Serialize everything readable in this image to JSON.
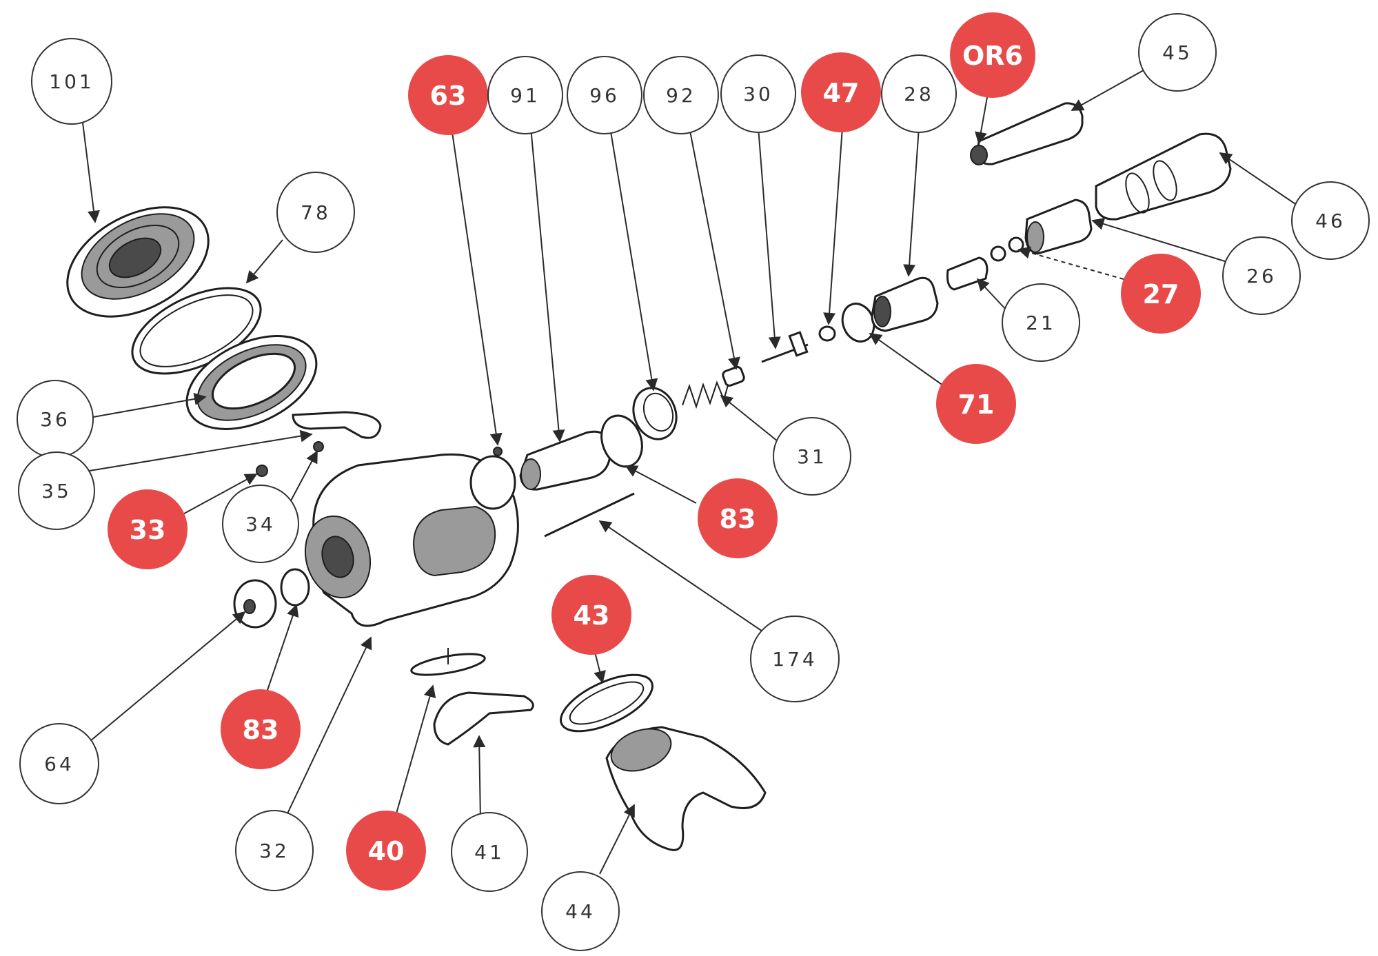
{
  "accent_color": "#e84a4a",
  "callouts": [
    {
      "id": "101",
      "label": "101",
      "style": "plain"
    },
    {
      "id": "78",
      "label": "78",
      "style": "plain"
    },
    {
      "id": "36",
      "label": "36",
      "style": "plain"
    },
    {
      "id": "35",
      "label": "35",
      "style": "plain"
    },
    {
      "id": "33",
      "label": "33",
      "style": "red"
    },
    {
      "id": "34",
      "label": "34",
      "style": "plain"
    },
    {
      "id": "64",
      "label": "64",
      "style": "plain"
    },
    {
      "id": "83a",
      "label": "83",
      "style": "red"
    },
    {
      "id": "32",
      "label": "32",
      "style": "plain"
    },
    {
      "id": "40",
      "label": "40",
      "style": "red"
    },
    {
      "id": "41",
      "label": "41",
      "style": "plain"
    },
    {
      "id": "44",
      "label": "44",
      "style": "plain"
    },
    {
      "id": "43",
      "label": "43",
      "style": "red"
    },
    {
      "id": "174",
      "label": "174",
      "style": "plain"
    },
    {
      "id": "83b",
      "label": "83",
      "style": "red"
    },
    {
      "id": "63",
      "label": "63",
      "style": "red"
    },
    {
      "id": "91",
      "label": "91",
      "style": "plain"
    },
    {
      "id": "96",
      "label": "96",
      "style": "plain"
    },
    {
      "id": "92",
      "label": "92",
      "style": "plain"
    },
    {
      "id": "30",
      "label": "30",
      "style": "plain"
    },
    {
      "id": "47",
      "label": "47",
      "style": "red"
    },
    {
      "id": "28",
      "label": "28",
      "style": "plain"
    },
    {
      "id": "OR6",
      "label": "OR6",
      "style": "red"
    },
    {
      "id": "45",
      "label": "45",
      "style": "plain"
    },
    {
      "id": "46",
      "label": "46",
      "style": "plain"
    },
    {
      "id": "26",
      "label": "26",
      "style": "plain"
    },
    {
      "id": "27",
      "label": "27",
      "style": "red"
    },
    {
      "id": "21",
      "label": "21",
      "style": "plain"
    },
    {
      "id": "71",
      "label": "71",
      "style": "red"
    },
    {
      "id": "31",
      "label": "31",
      "style": "plain"
    }
  ]
}
